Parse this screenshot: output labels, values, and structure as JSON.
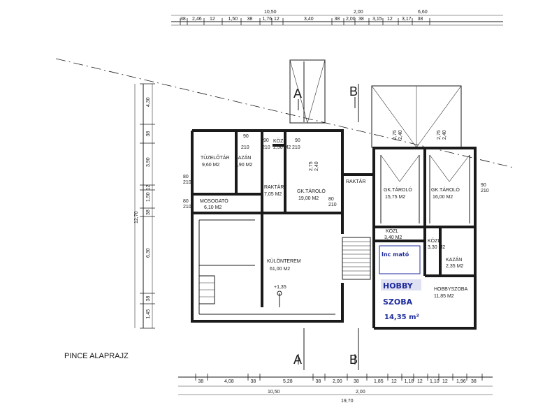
{
  "title": "PINCE ALAPRAJZ",
  "sections": {
    "a_top": "A",
    "b_top": "B",
    "a_bottom": "A",
    "b_bottom": "B"
  },
  "top_dims": {
    "overall": "10,50",
    "mid": "2,00",
    "right": "6,60",
    "segments": [
      "38",
      "2,46",
      "12",
      "1,50",
      "38",
      "1,76",
      "12",
      "3,40",
      "38",
      "2,00",
      "38",
      "3,15",
      "12",
      "3,17",
      "38"
    ]
  },
  "bottom_dims": {
    "segments": [
      "38",
      "4,08",
      "38",
      "5,28",
      "38",
      "2,00",
      "38",
      "1,85",
      "12",
      "1,18",
      "12",
      "1,10",
      "12",
      "1,96",
      "38"
    ],
    "sub_left": "10,50",
    "sub_right": "2,00",
    "overall": "19,70"
  },
  "left_dims": [
    "4,30",
    "38",
    "3,90",
    "12",
    "1,50",
    "38",
    "6,30",
    "38",
    "1,45"
  ],
  "left_total": "12,70",
  "rooms": [
    {
      "name": "TÜZELŐTÁR",
      "area": "9,60 M2"
    },
    {
      "name": "KAZÁN",
      "area": "5,90 M2"
    },
    {
      "name": "KÖZL",
      "area": "2,50 M2"
    },
    {
      "name": "RAKTÁR",
      "area": "7,05 M2"
    },
    {
      "name": "GK.TÁROLÓ",
      "area": "19,00 M2"
    },
    {
      "name": "MOSOGATÓ",
      "area": "6,10 M2"
    },
    {
      "name": "KÜLÖNTEREM",
      "area": "61,00 M2"
    },
    {
      "name": "RAKTÁR",
      "area": ""
    },
    {
      "name": "GK.TÁROLÓ",
      "area": "15,75 M2"
    },
    {
      "name": "GK.TÁROLÓ",
      "area": "16,00 M2"
    },
    {
      "name": "KÖZL",
      "area": "3,40 M2"
    },
    {
      "name": "KÖZL",
      "area": "3,30 M2"
    },
    {
      "name": "KAZÁN",
      "area": "2,35 M2"
    },
    {
      "name": "HOBBYSZOBA",
      "area": "11,85 M2"
    }
  ],
  "openings": [
    "90",
    "210",
    "90",
    "210",
    "90",
    "210",
    "80",
    "210",
    "80",
    "210",
    "80",
    "210",
    "90",
    "210"
  ],
  "garage_doors": [
    "2,75",
    "2,40",
    "2,75",
    "2,40",
    "2,75",
    "2,40"
  ],
  "stair_mark": "+1,35",
  "handwriting": {
    "line1": "HOBBY",
    "line2": "SZOBA",
    "line3": "14,35 m²",
    "note": "Inc mató"
  },
  "colors": {
    "ink": "#1a1a1a",
    "pen": "#1d2b9c"
  }
}
